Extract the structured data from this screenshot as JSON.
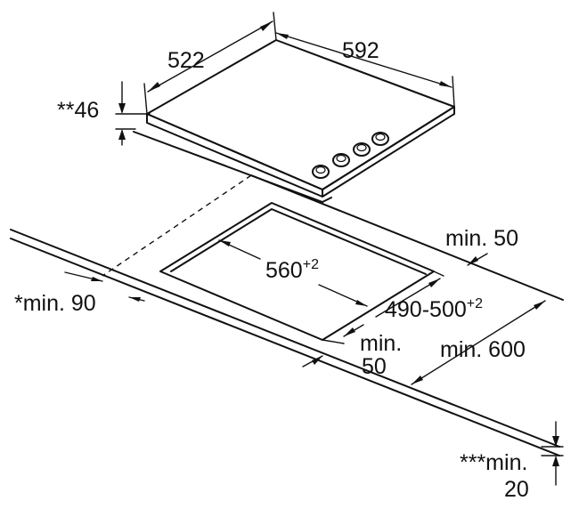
{
  "dimensions": {
    "cooktop_depth": "522",
    "cooktop_width": "592",
    "cooktop_height": "**46",
    "cutout_width_base": "560",
    "cutout_width_tol": "+2",
    "cutout_depth_base": "490-500",
    "cutout_depth_tol": "+2",
    "wall_clearance": "min. 50",
    "wall_clearance_note": "*min. 90",
    "front_clearance_line1": "min.",
    "front_clearance_line2": "50",
    "worktop_depth": "min. 600",
    "worktop_thickness_line1": "***min.",
    "worktop_thickness_line2": "20"
  },
  "colors": {
    "line": "#111111",
    "background": "#ffffff"
  }
}
